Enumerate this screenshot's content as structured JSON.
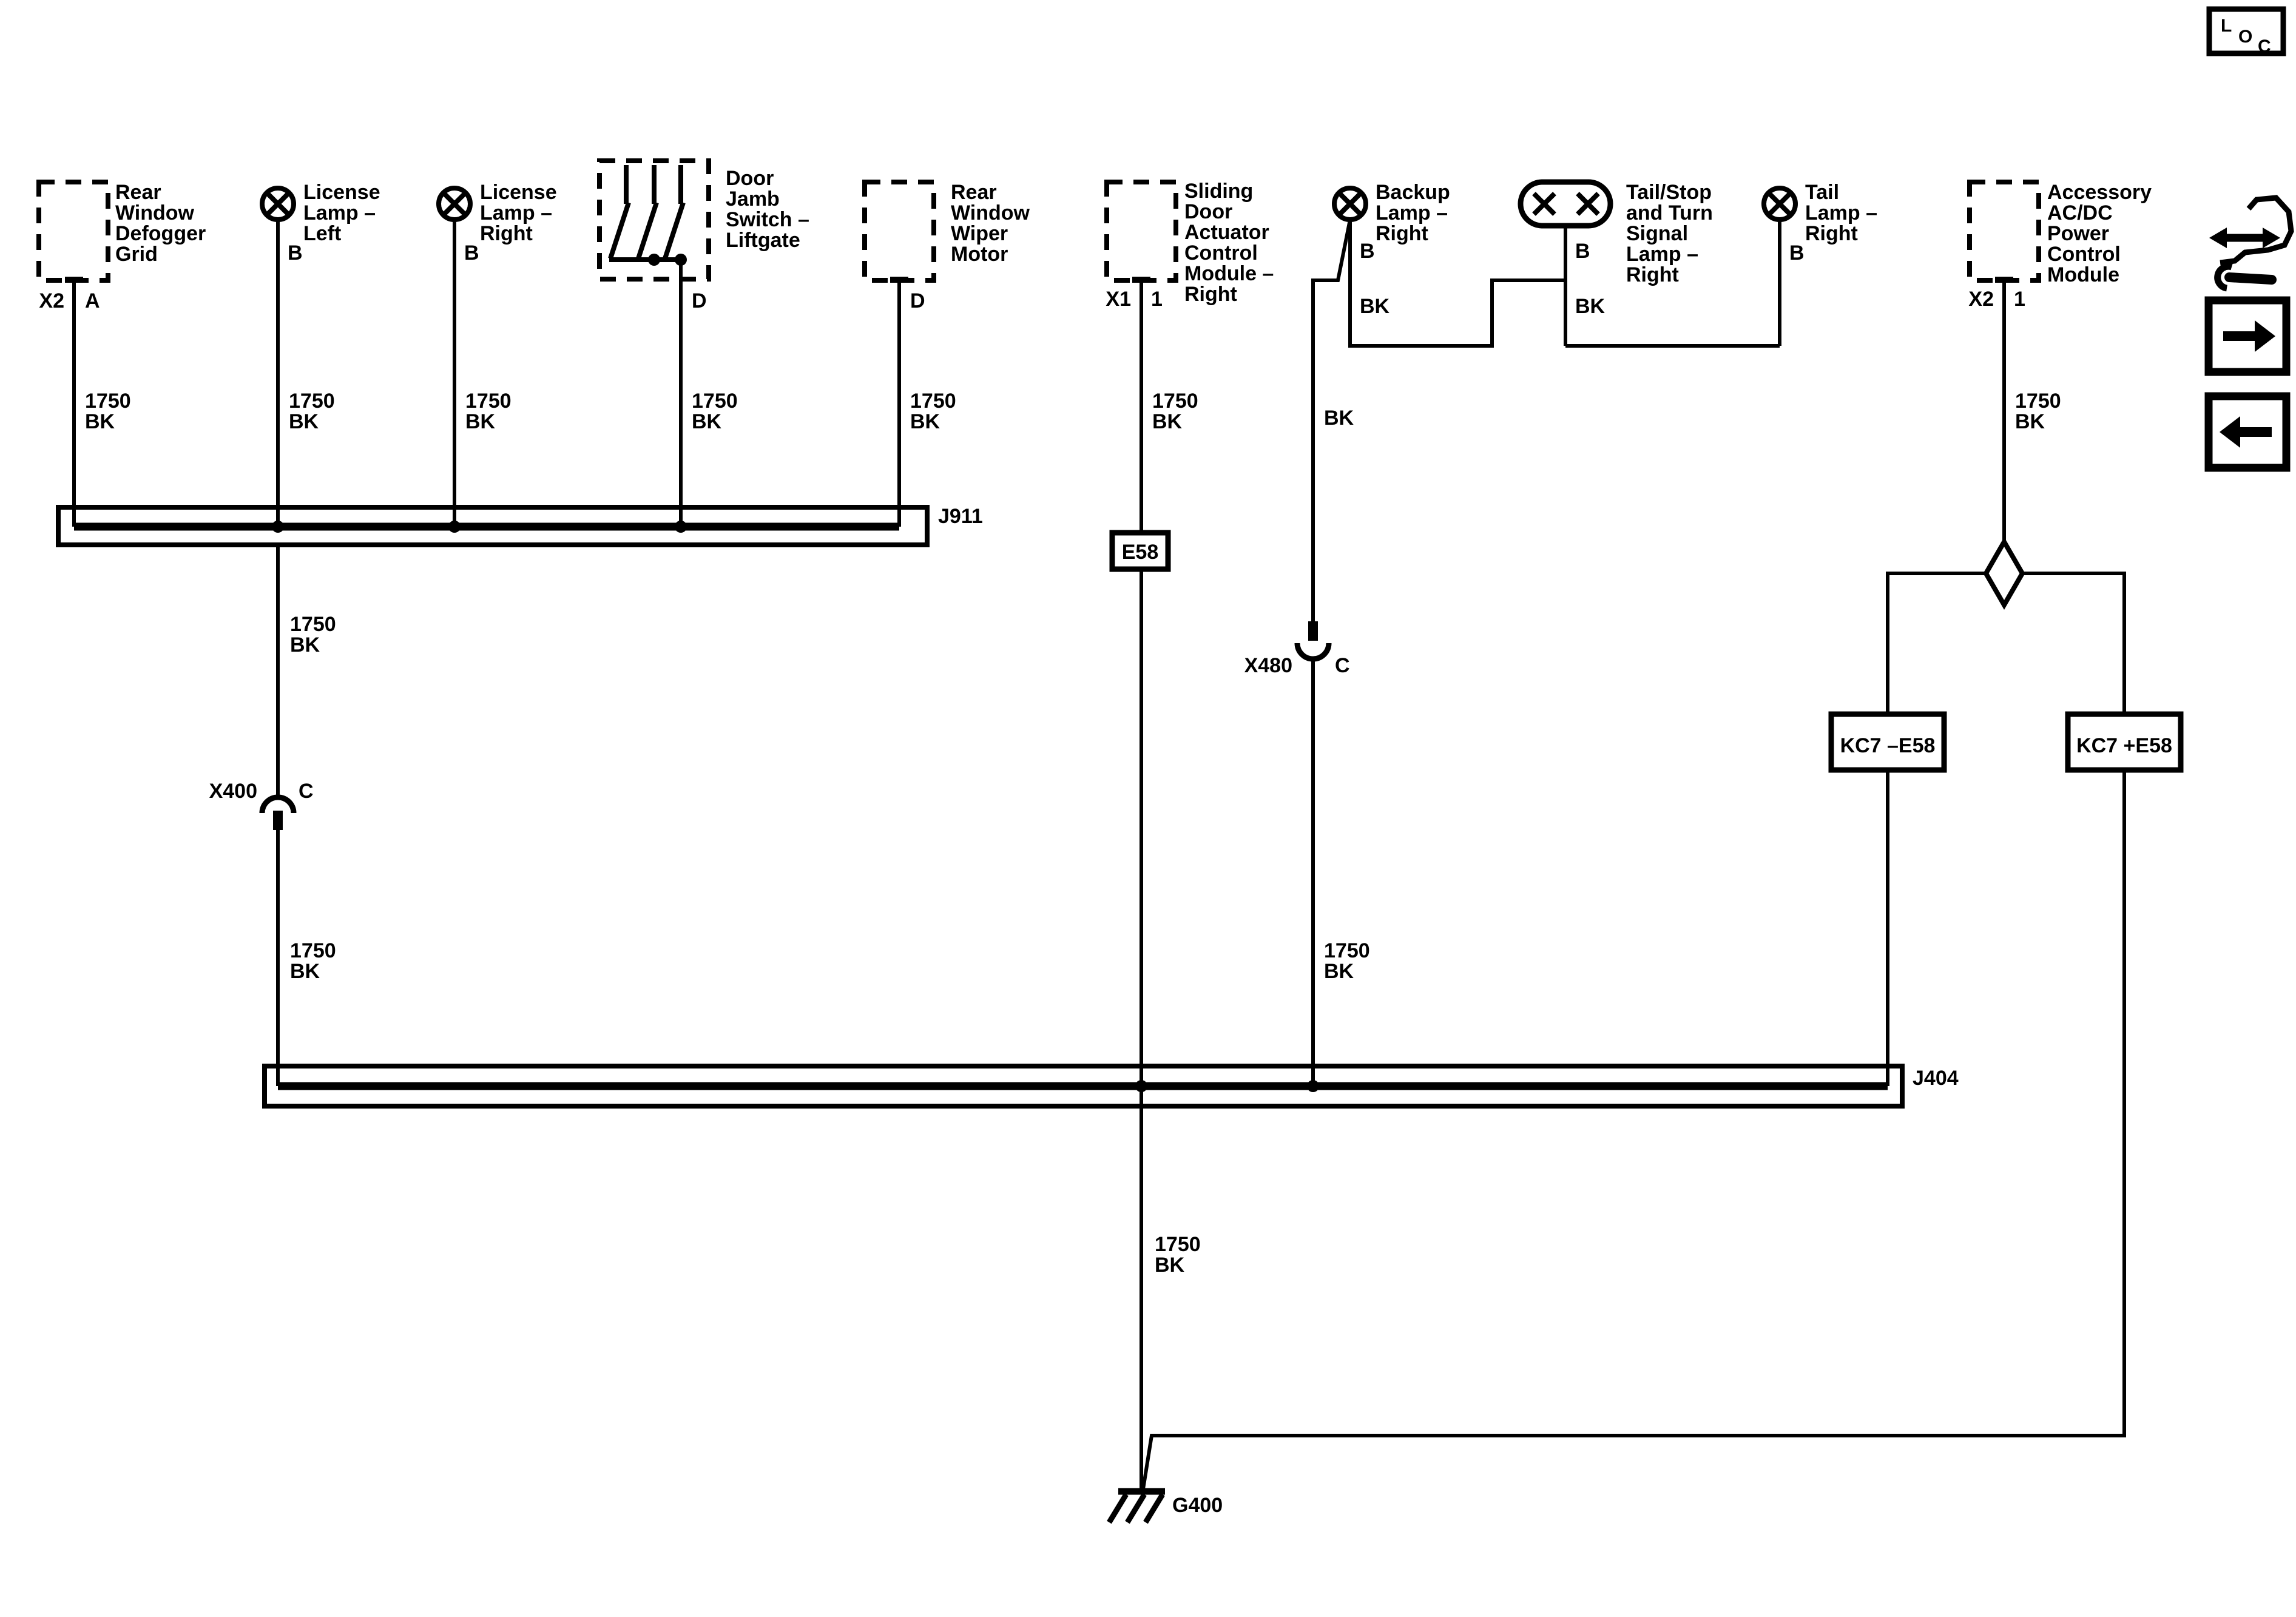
{
  "colors": {
    "line": "#000000",
    "background": "#ffffff"
  },
  "components": {
    "rear_window_defogger_grid": {
      "lines": [
        "Rear",
        "Window",
        "Defogger",
        "Grid"
      ],
      "conn": "X2",
      "pin": "A",
      "wire_gauge": "1750",
      "wire_color": "BK"
    },
    "license_lamp_left": {
      "lines": [
        "License",
        "Lamp –",
        "Left"
      ],
      "pin": "B",
      "wire_gauge": "1750",
      "wire_color": "BK"
    },
    "license_lamp_right": {
      "lines": [
        "License",
        "Lamp –",
        "Right"
      ],
      "pin": "B",
      "wire_gauge": "1750",
      "wire_color": "BK"
    },
    "door_jamb_switch_liftgate": {
      "lines": [
        "Door",
        "Jamb",
        "Switch –",
        "Liftgate"
      ],
      "pin": "D",
      "wire_gauge": "1750",
      "wire_color": "BK"
    },
    "rear_window_wiper_motor": {
      "lines": [
        "Rear",
        "Window",
        "Wiper",
        "Motor"
      ],
      "pin": "D",
      "wire_gauge": "1750",
      "wire_color": "BK"
    },
    "sliding_door_actuator_control_module_right": {
      "lines": [
        "Sliding",
        "Door",
        "Actuator",
        "Control",
        "Module –",
        "Right"
      ],
      "conn": "X1",
      "pin": "1",
      "wire_gauge": "1750",
      "wire_color": "BK"
    },
    "backup_lamp_right": {
      "lines": [
        "Backup",
        "Lamp –",
        "Right"
      ],
      "pin": "B",
      "wire_color": "BK"
    },
    "tail_stop_turn_signal_lamp_right": {
      "lines": [
        "Tail/Stop",
        "and Turn",
        "Signal",
        "Lamp –",
        "Right"
      ],
      "pin": "B",
      "wire_color": "BK"
    },
    "tail_lamp_right": {
      "lines": [
        "Tail",
        "Lamp –",
        "Right"
      ],
      "pin": "B"
    },
    "accessory_acdc_power_control_module": {
      "lines": [
        "Accessory",
        "AC/DC",
        "Power",
        "Control",
        "Module"
      ],
      "conn": "X2",
      "pin": "1",
      "wire_gauge": "1750",
      "wire_color": "BK"
    }
  },
  "segments": {
    "license_left_mid": {
      "gauge": "1750",
      "color": "BK"
    },
    "license_left_lower": {
      "gauge": "1750",
      "color": "BK"
    },
    "x480_branch_upper": {
      "color": "BK"
    },
    "x480_branch_lower": {
      "gauge": "1750",
      "color": "BK"
    },
    "ground_run_lower": {
      "gauge": "1750",
      "color": "BK"
    }
  },
  "junction_blocks": {
    "j911": "J911",
    "j404": "J404"
  },
  "inline_connectors": {
    "x400": {
      "label": "X400",
      "cavity": "C"
    },
    "x480": {
      "label": "X480",
      "cavity": "C"
    }
  },
  "splices": {
    "e58": "E58",
    "kc7_minus": "KC7 –E58",
    "kc7_plus": "KC7 +E58"
  },
  "grounds": {
    "g400": "G400"
  },
  "toolbar": {
    "loc": {
      "l": "L",
      "o": "O",
      "c": "C"
    }
  }
}
